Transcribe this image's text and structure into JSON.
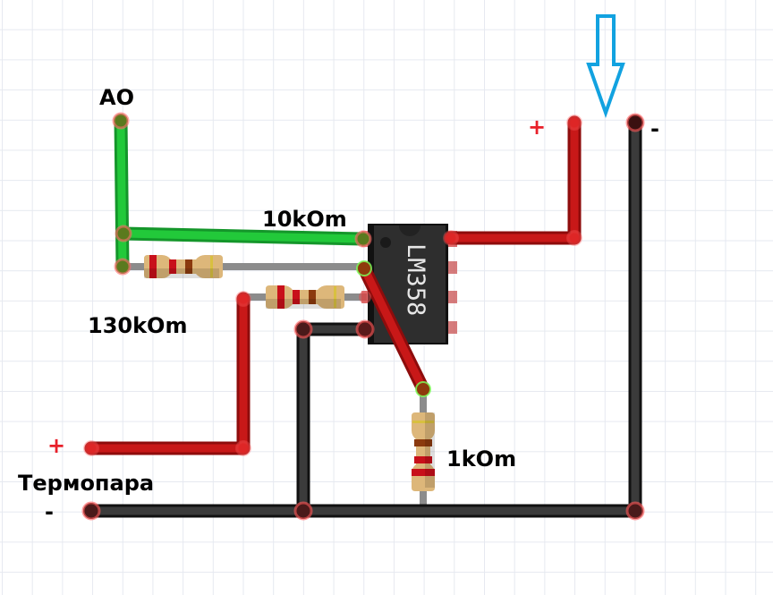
{
  "diagram": {
    "title": "LM358 thermocouple amplifier breadboard circuit",
    "labels": {
      "ao": "AO",
      "r_feedback": "10kOm",
      "r_input": "130kOm",
      "r_ground": "1kOm",
      "thermocouple": "Термопара",
      "thermo_plus": "+",
      "thermo_minus": "-",
      "power_plus": "+",
      "power_minus": "-"
    },
    "chip": {
      "name": "LM358",
      "pins_per_side": 4
    },
    "resistors": [
      {
        "id": "r1",
        "label": "130kOm",
        "bands": [
          "#c8101a",
          "#c8101a",
          "#8b3a0e",
          "#d8c040"
        ]
      },
      {
        "id": "r2",
        "label": "10kOm",
        "bands": [
          "#c8101a",
          "#c8101a",
          "#8b3a0e",
          "#d8c040"
        ]
      },
      {
        "id": "r3",
        "label": "1kOm",
        "bands": [
          "#c8101a",
          "#c8101a",
          "#8b3a0e",
          "#d8c040"
        ]
      }
    ],
    "colors": {
      "wire_red": "#c81818",
      "wire_red_edge": "#8e0c0c",
      "wire_green": "#22c93a",
      "wire_green_edge": "#14962a",
      "wire_black": "#3b3b3b",
      "wire_black_edge": "#111111",
      "lead_gray": "#8c8c8c",
      "chip_body": "#2e2e2e",
      "arrow_blue": "#12a2e0",
      "resistor_body": "#ddb77a",
      "label_red": "#e8202a"
    }
  }
}
